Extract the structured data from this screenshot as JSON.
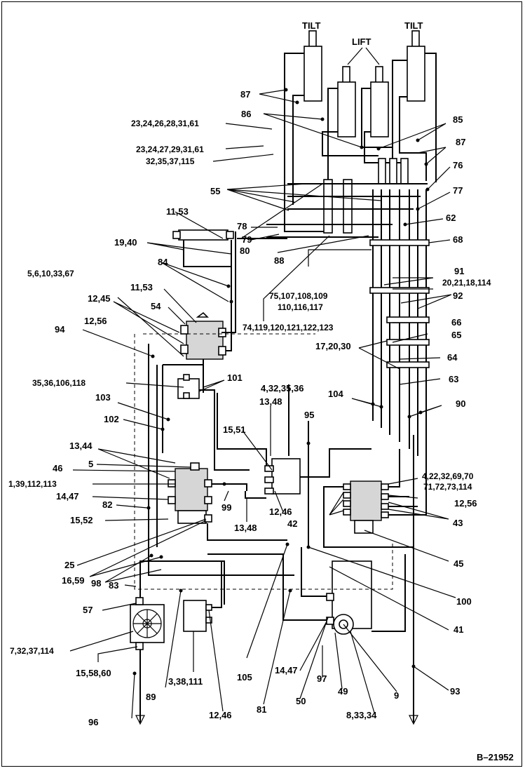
{
  "drawing_id": "B–21952",
  "titles": {
    "tilt_left": "TILT",
    "lift": "LIFT",
    "tilt_right": "TILT"
  },
  "labels": {
    "l87a": "87",
    "l86": "86",
    "l85": "85",
    "l87b": "87",
    "l76": "76",
    "l77": "77",
    "l62": "62",
    "l68": "68",
    "l91": "91",
    "l20_21": "20,21,18,114",
    "l92": "92",
    "l66": "66",
    "l65": "65",
    "l64": "64",
    "l63": "63",
    "l90": "90",
    "l23_61": "23,24,26,28,31,61",
    "l23_29": "23,24,27,29,31,61",
    "l32_115": "32,35,37,115",
    "l55": "55",
    "l11a": "11,53",
    "l78": "78",
    "l79": "79",
    "l19": "19,40",
    "l80": "80",
    "l84": "84",
    "l88": "88",
    "l5_67": "5,6,10,33,67",
    "l11b": "11,53",
    "l75": "75,107,108,109",
    "l110": "110,116,117",
    "l12_45": "12,45",
    "l54": "54",
    "l94": "94",
    "l12_56a": "12,56",
    "l74": "74,119,120,121,122,123",
    "l17": "17,20,30",
    "l35": "35,36,106,118",
    "l101": "101",
    "l4_36": "4,32,35,36",
    "l13_48a": "13,48",
    "l103": "103",
    "l102": "102",
    "l104": "104",
    "l95": "95",
    "l15_51": "15,51",
    "l13_44": "13,44",
    "l46": "46",
    "l5": "5",
    "l1_113": "1,39,112,113",
    "l14_47a": "14,47",
    "l82": "82",
    "l15_52": "15,52",
    "l99": "99",
    "l12_46a": "12,46",
    "l13_48b": "13,48",
    "l42": "42",
    "l4_70": "4,22,32,69,70",
    "l71": "71,72,73,114",
    "l12_56b": "12,56",
    "l43": "43",
    "l45": "45",
    "l25": "25",
    "l16_59": "16,59",
    "l98": "98",
    "l83": "83",
    "l100": "100",
    "l57": "57",
    "l41": "41",
    "l7_114": "7,32,37,114",
    "l15_60": "15,58,60",
    "l3_111": "3,38,111",
    "l89": "89",
    "l105": "105",
    "l14_47b": "14,47",
    "l97": "97",
    "l9": "9",
    "l93": "93",
    "l50": "50",
    "l49": "49",
    "l96": "96",
    "l12_46b": "12,46",
    "l81": "81",
    "l8_34": "8,33,34"
  }
}
